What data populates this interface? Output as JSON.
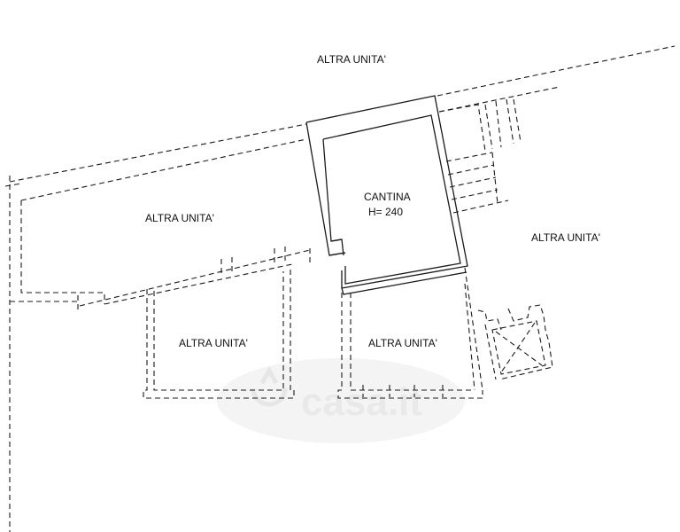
{
  "labels": {
    "top_unit": "ALTRA UNITA'",
    "left_unit": "ALTRA UNITA'",
    "right_unit": "ALTRA UNITA'",
    "bottom_left_unit": "ALTRA UNITA'",
    "bottom_center_unit": "ALTRA UNITA'",
    "cellar_name": "CANTINA",
    "cellar_height": "H= 240"
  },
  "watermark": {
    "text": "casa.it"
  }
}
